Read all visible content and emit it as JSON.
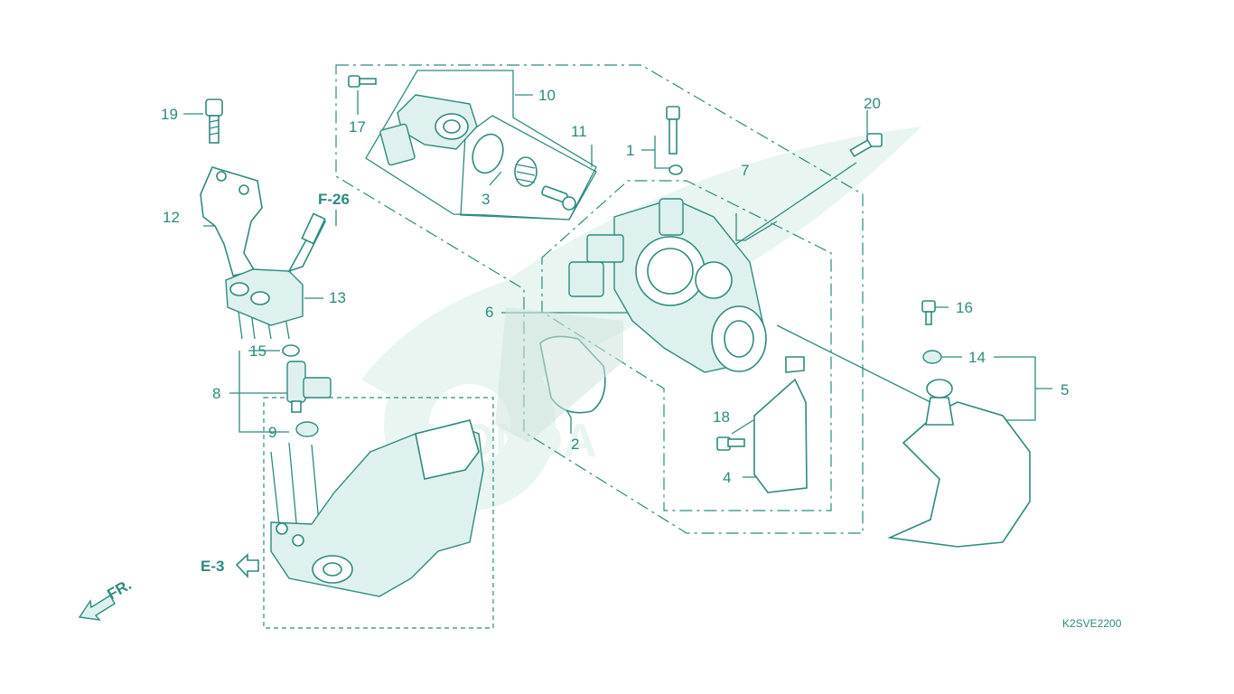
{
  "diagram": {
    "code": "K2SVE2200",
    "refs": {
      "f26": "F-26",
      "e3": "E-3",
      "front": "FR."
    },
    "watermark": "HONDA",
    "callouts": {
      "c1": "1",
      "c2": "2",
      "c3": "3",
      "c4": "4",
      "c5": "5",
      "c6": "6",
      "c7": "7",
      "c8": "8",
      "c9": "9",
      "c10": "10",
      "c11": "11",
      "c12": "12",
      "c13": "13",
      "c14": "14",
      "c15": "15",
      "c16": "16",
      "c17": "17",
      "c18": "18",
      "c19": "19",
      "c20": "20"
    },
    "colors": {
      "line": "#2e8a80",
      "fill": "#dff1ee",
      "watermark": "#e8f5f1"
    }
  }
}
